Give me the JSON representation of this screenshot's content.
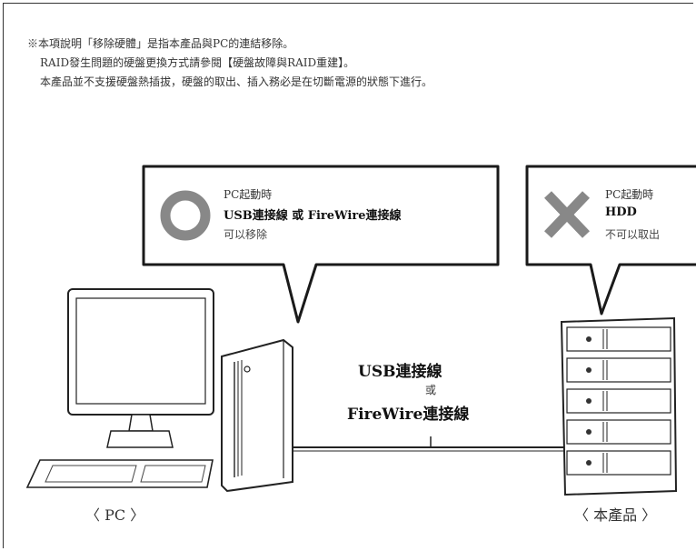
{
  "notes": {
    "line1": "※本項說明「移除硬體」是指本產品與PC的連結移除。",
    "line2": "RAID發生問題的硬盤更換方式請參閱【硬盤故障與RAID重建】。",
    "line3": "本產品並不支援硬盤熱插拔，硬盤的取出、插入務必是在切斷電源的狀態下進行。"
  },
  "bubble_ok": {
    "icon": "circle-ok-icon",
    "time": "PC起動時",
    "item": "USB連接線 或 FireWire連接線",
    "result": "可以移除"
  },
  "bubble_ng": {
    "icon": "cross-ng-icon",
    "time": "PC起動時",
    "item": "HDD",
    "result": "不可以取出"
  },
  "cable": {
    "line1": "USB連接線",
    "or": "或",
    "line2": "FireWire連接線"
  },
  "captions": {
    "pc": "〈 PC 〉",
    "product": "〈 本產品 〉"
  },
  "colors": {
    "icon_gray": "#888888",
    "line": "#222222"
  }
}
